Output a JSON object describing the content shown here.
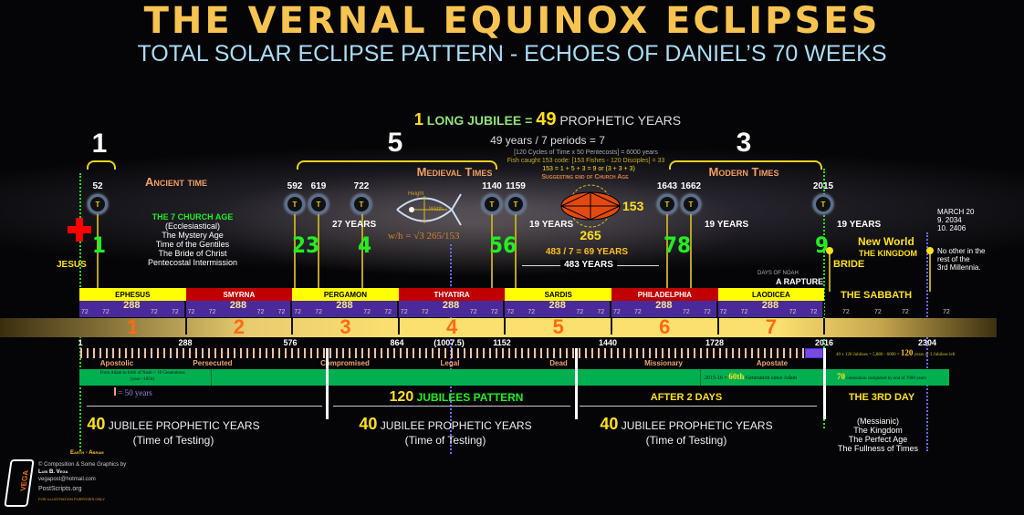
{
  "title": "THE VERNAL EQUINOX ECLIPSES",
  "subtitle": "TOTAL SOLAR ECLIPSE PATTERN - ECHOES OF DANIEL’S 70 WEEKS",
  "jubilee": {
    "num": "1",
    "label": "LONG JUBILEE =",
    "years": "49",
    "suffix": "PROPHETIC YEARS",
    "formula": "49 years / 7 periods = 7"
  },
  "groups": [
    {
      "count": "1",
      "era": "Ancient time"
    },
    {
      "count": "5",
      "era": "Medieval Times"
    },
    {
      "count": "3",
      "era": "Modern Times"
    }
  ],
  "eclipses": [
    {
      "year": "52",
      "glyph": "T"
    },
    {
      "year": "592",
      "glyph": "T"
    },
    {
      "year": "619",
      "glyph": "T"
    },
    {
      "year": "722",
      "glyph": "T"
    },
    {
      "year": "1140",
      "glyph": "T"
    },
    {
      "year": "1159",
      "glyph": "T"
    },
    {
      "year": "1643",
      "glyph": "T"
    },
    {
      "year": "1662",
      "glyph": "T"
    },
    {
      "year": "2015",
      "glyph": "T"
    }
  ],
  "eclipse_numbers": [
    "1",
    "23",
    "4",
    "56",
    "78",
    "9"
  ],
  "intervals": [
    "27 YEARS",
    "19 YEARS",
    "19 YEARS",
    "19 YEARS"
  ],
  "church_age": {
    "title": "THE 7 CHURCH AGE",
    "lines": [
      "(Ecclesiastical)",
      "The Mystery Age",
      "Time of the Gentiles",
      "The Bride of Christ",
      "Pentecostal Intermission"
    ]
  },
  "jesus": "JESUS",
  "fish": {
    "height": "Height",
    "width": "Width",
    "formula": "w/h = √3  265/153"
  },
  "notes": {
    "line1": "[120 Cycles of Time x 50 Pentecosts] = 6000 years",
    "line2": "Fish caught 153 code: [153 Fishes - 120 Disciples] = 33",
    "line3": "153 = 1 + 5 + 3 = 9 or (3 + 3 + 3)",
    "line4": "Suggesting end of Church Age"
  },
  "vesica": {
    "w": "265",
    "h": "153"
  },
  "weeks": {
    "calc": "483 / 7 = 69 YEARS",
    "span": "483 YEARS"
  },
  "right": {
    "bride": "BRIDE",
    "days_noah": "DAYS OF NOAH",
    "rapture": "A RAPTURE",
    "new_world": "New World",
    "kingdom": "THE KINGDOM",
    "sabbath": "THE SABBATH",
    "march": "MARCH 20",
    "d1": "9. 2034",
    "d2": "10. 2406",
    "none1": "No other in the",
    "none2": "rest of the",
    "none3": "3rd Millennia."
  },
  "churches": [
    {
      "name": "EPHESUS",
      "color": "#ffff00",
      "period": "1"
    },
    {
      "name": "SMYRNA",
      "color": "#c00000",
      "period": "2"
    },
    {
      "name": "PERGAMON",
      "color": "#ffff00",
      "period": "3"
    },
    {
      "name": "THYATIRA",
      "color": "#c00000",
      "period": "4"
    },
    {
      "name": "SARDIS",
      "color": "#ffff00",
      "period": "5"
    },
    {
      "name": "PHILADELPHIA",
      "color": "#c00000",
      "period": "6"
    },
    {
      "name": "LAODICEA",
      "color": "#ffff00",
      "period": "7"
    }
  ],
  "segment_value": "288",
  "sub_value": "72",
  "scale": [
    "1",
    "288",
    "576",
    "864",
    "(1007.5)",
    "1152",
    "1440",
    "1728",
    "2016",
    "2304"
  ],
  "eras": [
    "Apostolic",
    "Persecuted",
    "Compromised",
    "Legal",
    "Dead",
    "Missionary",
    "Apostate"
  ],
  "generations": {
    "adam": "From Adam to birth of Noah = 10 Generations",
    "adam2": "(year ~1056)",
    "sixtieth_pre": "2015-16 =",
    "sixtieth": "60th",
    "sixtieth_post": "Generation since Adam",
    "seventy": "70",
    "seventy_post": "Generation completed by end of 7000 years",
    "jub_pre": "49 x 120 Jubilees = 5,880 - 6000 =",
    "jub_num": "120",
    "jub_post": "years or 3 Jubilees left"
  },
  "legend": "= 50 years",
  "bottom": {
    "pattern_num": "120",
    "pattern": "JUBILEES  PATTERN",
    "after": "AFTER 2 DAYS",
    "third": "THE 3RD DAY",
    "jnum": "40",
    "jlabel": "JUBILEE PROPHETIC YEARS",
    "testing": "(Time of Testing)",
    "third_lines": [
      "(Messianic)",
      "The Kingdom",
      "The Perfect Age",
      "The Fullness of Times"
    ],
    "earth": "Earth - Abram"
  },
  "credits": {
    "line1": "© Composition & Some Graphics by",
    "author": "Luis B. Vega",
    "email": "vegapost@hotmail.com",
    "site": "PostScripts.org",
    "disclaimer": "FOR ILLUSTRATION PURPOSES ONLY",
    "logo": "VEGA"
  }
}
